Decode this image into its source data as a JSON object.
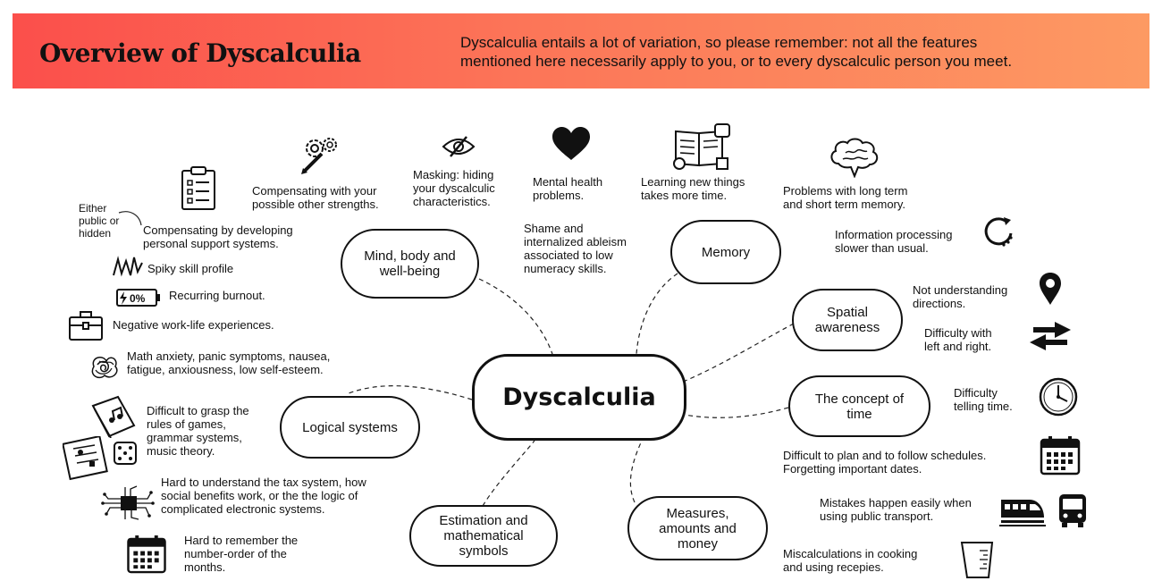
{
  "header": {
    "title": "Overview of Dyscalculia",
    "note": "Dyscalculia entails a lot of variation, so please remember: not all the features\nmentioned here necessarily apply to you, or to every dyscalculic person you meet."
  },
  "center": "Dyscalculia",
  "branches": {
    "mind": "Mind, body and\nwell-being",
    "memory": "Memory",
    "spatial": "Spatial\nawareness",
    "time": "The concept of\ntime",
    "measures": "Measures,\namounts and\nmoney",
    "estimation": "Estimation and\nmathematical\nsymbols",
    "logical": "Logical systems"
  },
  "mind_items": {
    "strengths": "Compensating with your\npossible other strengths.",
    "masking": "Masking: hiding\nyour dyscalculic\ncharacteristics.",
    "mental_health": "Mental health\nproblems.",
    "learning": "Learning new things\ntakes more time.",
    "public_hidden": "Either\npublic or\nhidden",
    "support": "Compensating by developing\npersonal support systems.",
    "spiky": "Spiky skill profile",
    "burnout": "Recurring burnout.",
    "battery_label": "0%",
    "work": "Negative work-life experiences.",
    "anxiety": "Math anxiety, panic symptoms, nausea,\nfatigue, anxiousness, low self-esteem.",
    "shame": "Shame and\ninternalized ableism\nassociated to low\nnumeracy skills."
  },
  "memory_items": {
    "long_short": "Problems with long term\nand short term memory.",
    "processing": "Information processing\nslower than usual."
  },
  "spatial_items": {
    "directions": "Not understanding\ndirections.",
    "left_right": "Difficulty with\nleft and right."
  },
  "time_items": {
    "telling": "Difficulty\ntelling time.",
    "schedules": "Difficult to plan and to follow schedules.\nForgetting important dates."
  },
  "measures_items": {
    "transport": "Mistakes happen easily when\nusing public transport.",
    "cooking": "Miscalculations in cooking\nand using recepies."
  },
  "logical_items": {
    "games": "Difficult to grasp the\nrules of games,\ngrammar systems,\nmusic theory.",
    "tax": "Hard to understand the tax system, how\nsocial benefits work, or the  the logic of\ncomplicated electronic systems.",
    "months": "Hard to remember the\nnumber-order of the\nmonths."
  },
  "icons": [
    "clipboard-icon",
    "gears-pencil-icon",
    "eye-slash-icon",
    "heart-icon",
    "book-icon",
    "brain-icon",
    "loading-icon",
    "zigzag-icon",
    "battery-icon",
    "briefcase-icon",
    "scribble-icon",
    "music-book-icon",
    "board-game-icon",
    "dice-icon",
    "circuit-chip-icon",
    "calendar-icon",
    "location-pin-icon",
    "swap-arrows-icon",
    "clock-icon",
    "train-icon",
    "bus-icon",
    "measuring-cup-icon"
  ]
}
